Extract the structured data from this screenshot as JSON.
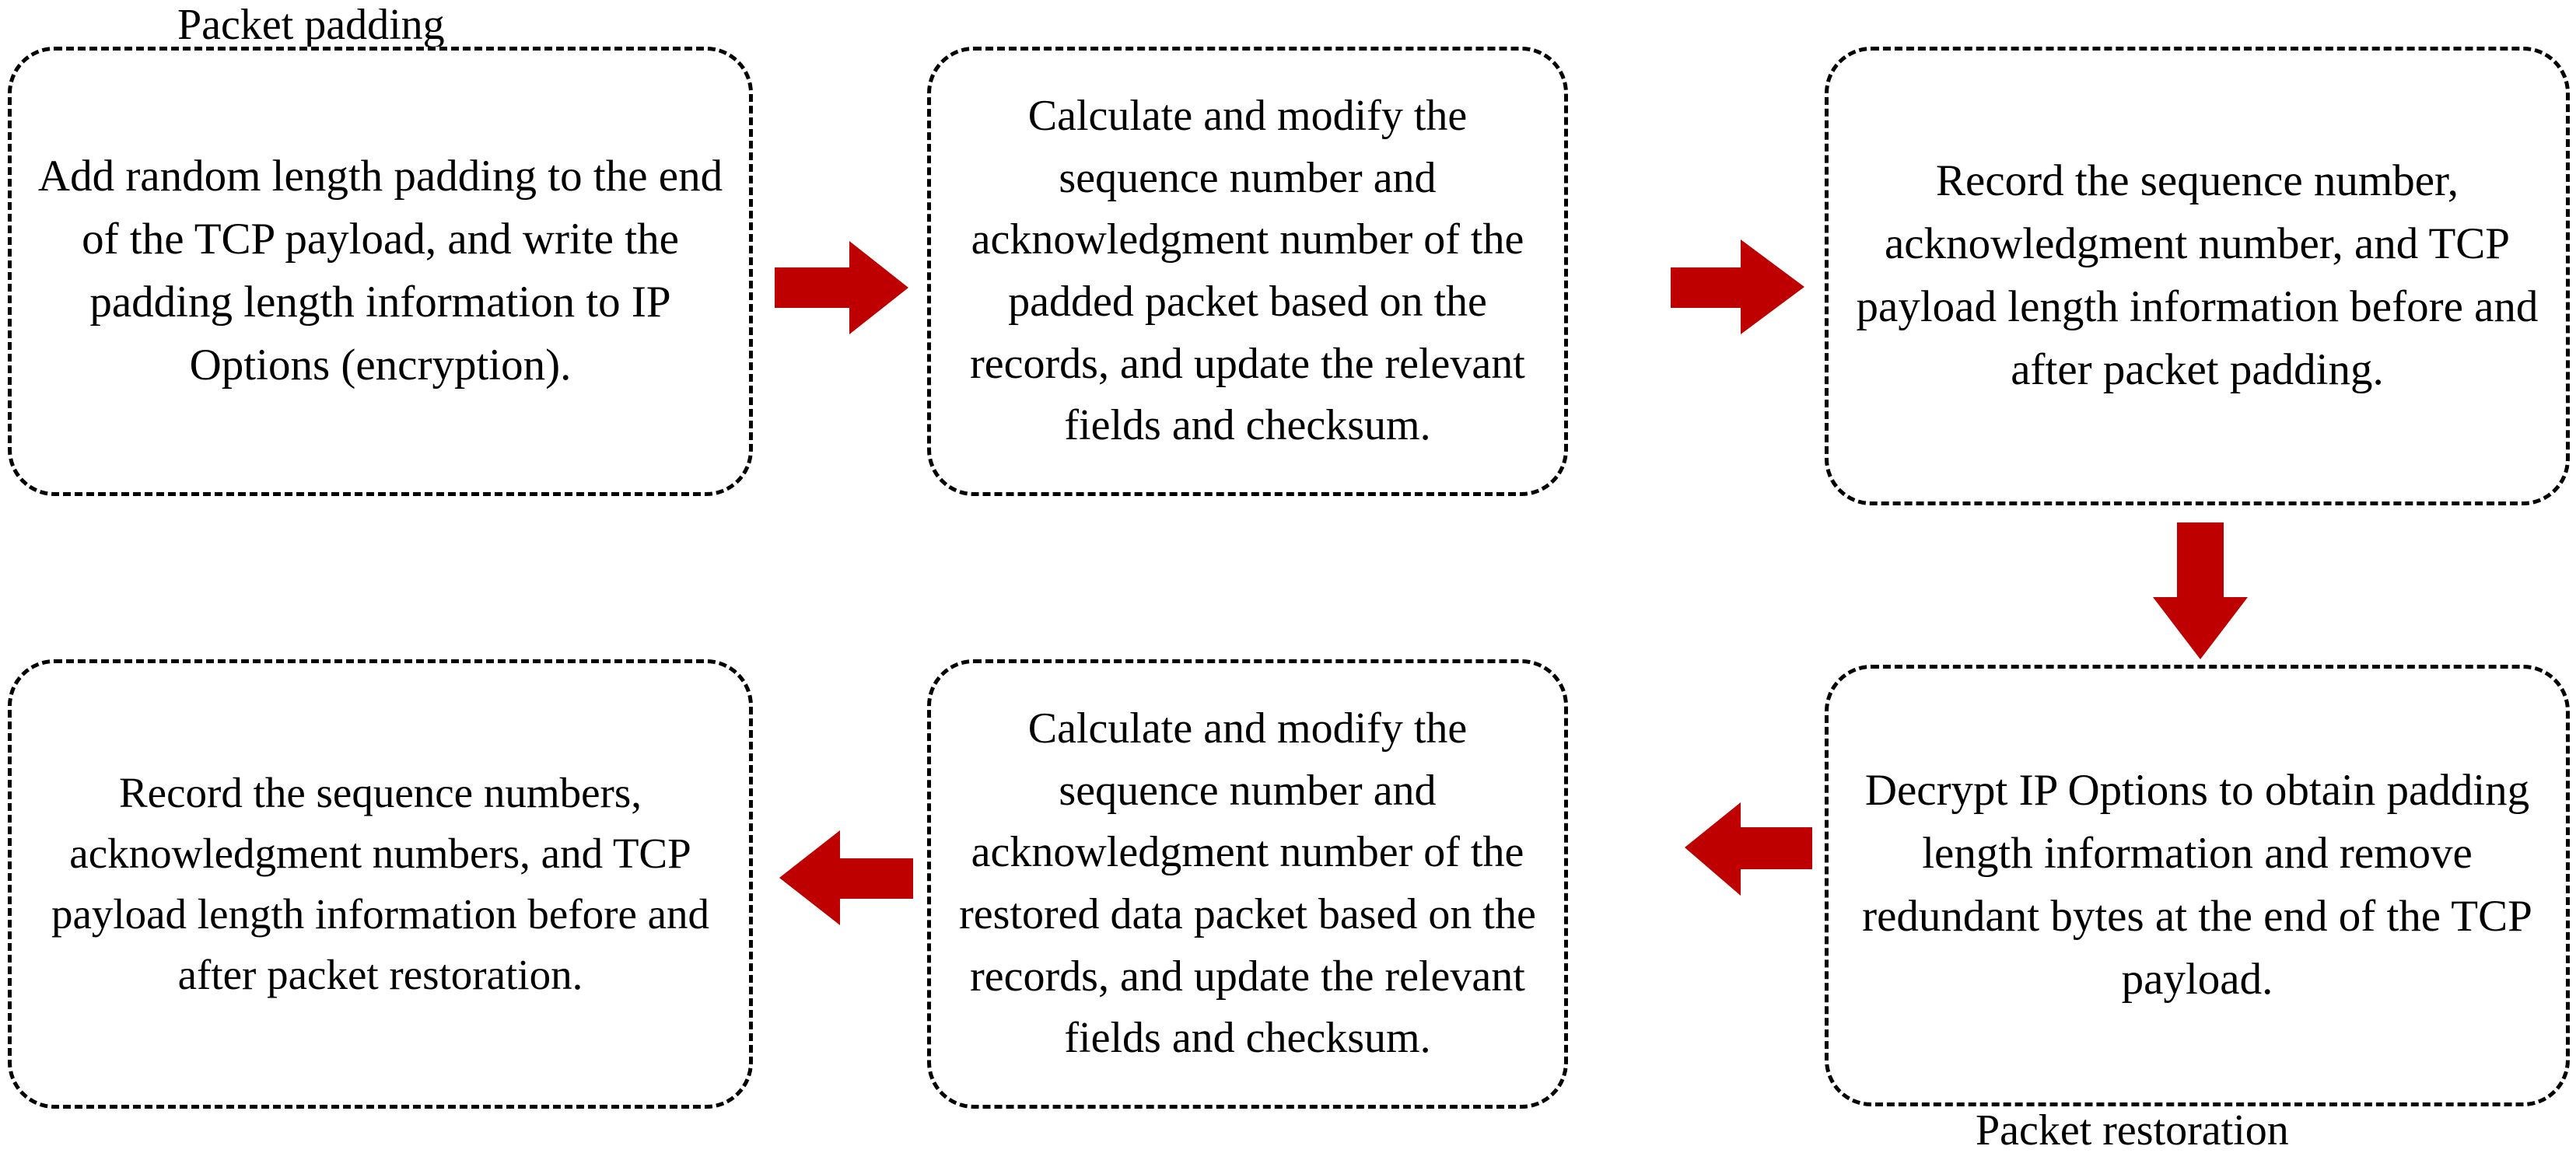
{
  "diagram": {
    "title_padding": "Packet padding",
    "title_restoration": "Packet restoration",
    "accent_color": "#BE0000",
    "border_color": "#000000",
    "background_color": "#FFFFFF"
  },
  "boxes": [
    {
      "id": "box-1",
      "label": "add-padding-step",
      "text": "Add random length padding to the end of the TCP payload, and write the padding length information to IP Options (encryption)."
    },
    {
      "id": "box-2",
      "label": "modify-padded-packet-step",
      "text": "Calculate and modify the sequence number and acknowledgment number of the padded packet based on the records, and update the relevant fields and checksum."
    },
    {
      "id": "box-3",
      "label": "record-padding-step",
      "text": "Record the sequence number, acknowledgment number, and TCP payload length information before and after packet padding."
    },
    {
      "id": "box-4",
      "label": "decrypt-remove-padding-step",
      "text": "Decrypt IP Options to obtain padding length information and remove redundant bytes at the end of the TCP payload."
    },
    {
      "id": "box-5",
      "label": "modify-restored-packet-step",
      "text": "Calculate and modify the sequence number and acknowledgment number of the restored data packet based on the records, and update the relevant fields and checksum."
    },
    {
      "id": "box-6",
      "label": "record-restoration-step",
      "text": "Record the sequence numbers, acknowledgment numbers, and TCP payload length information before and after packet restoration."
    }
  ],
  "arrows": [
    {
      "id": "arrow-1",
      "direction": "right",
      "from": "box-1",
      "to": "box-2"
    },
    {
      "id": "arrow-2",
      "direction": "right",
      "from": "box-2",
      "to": "box-3"
    },
    {
      "id": "arrow-3",
      "direction": "down",
      "from": "box-3",
      "to": "box-4"
    },
    {
      "id": "arrow-4",
      "direction": "left",
      "from": "box-4",
      "to": "box-5"
    },
    {
      "id": "arrow-5",
      "direction": "left",
      "from": "box-5",
      "to": "box-6"
    }
  ]
}
